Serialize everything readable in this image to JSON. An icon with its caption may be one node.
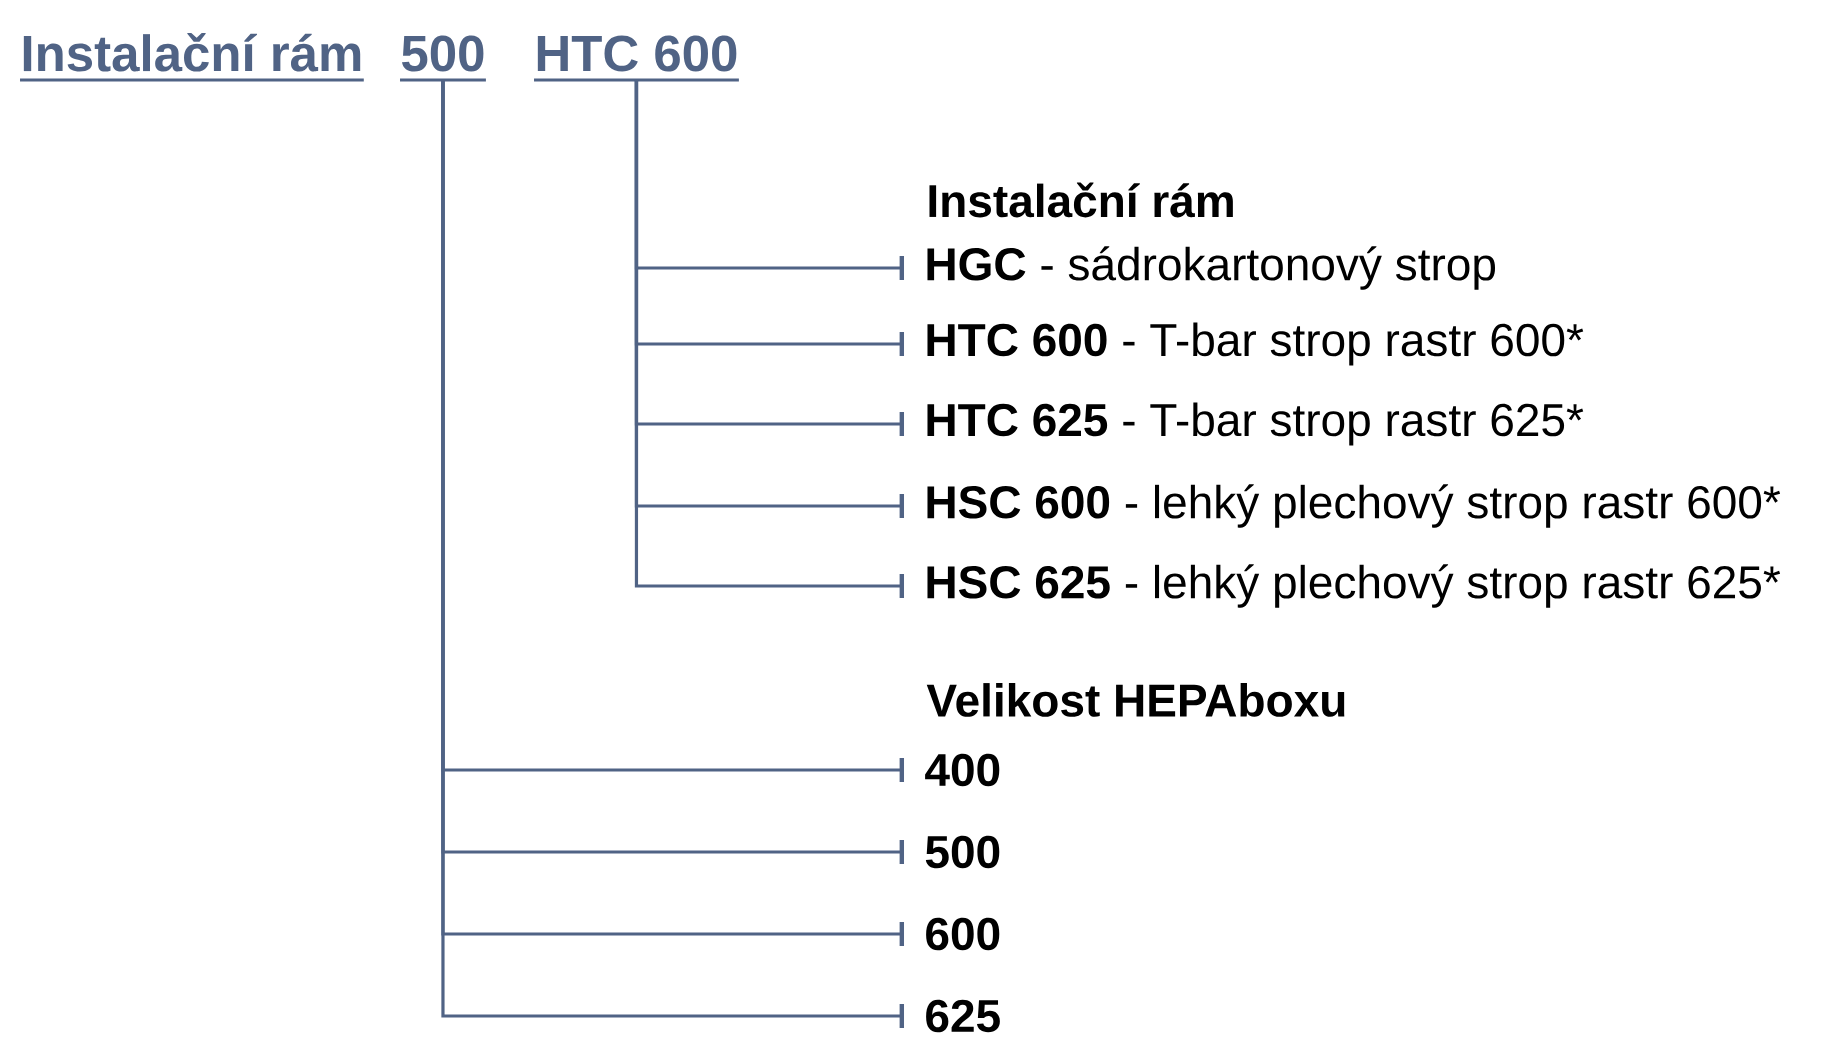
{
  "diagram": {
    "nodes": [
      {
        "text": [
          "Instalační rám"
        ]
      },
      {
        "text": [
          "500"
        ]
      },
      {
        "text": [
          "HTC 600"
        ]
      },
      {
        "text": [
          "**HGC** - sádrokartonový strop"
        ]
      },
      {
        "text": [
          "**HTC 600** - T-bar strop rastr 600*"
        ]
      },
      {
        "text": [
          "**HTC 625** - T-bar strop rastr 625*"
        ]
      },
      {
        "text": [
          "**HSC 600** - lehký plechový strop rastr 600*"
        ]
      },
      {
        "text": [
          "**HSC 625** - lehký plechový strop rastr 625*"
        ]
      },
      {
        "text": [
          "400"
        ]
      },
      {
        "text": [
          "500"
        ]
      },
      {
        "text": [
          "600"
        ]
      },
      {
        "text": [
          "625"
        ]
      }
    ],
    "edges": [
      {
        "from": 2,
        "to": 3,
        "arrow": "other"
      },
      {
        "from": 2,
        "to": 4,
        "arrow": "other"
      },
      {
        "from": 2,
        "to": 5,
        "arrow": "other"
      },
      {
        "from": 2,
        "to": 6,
        "arrow": "other"
      },
      {
        "from": 2,
        "to": 7,
        "arrow": "other"
      },
      {
        "from": 1,
        "to": 8,
        "arrow": "other"
      },
      {
        "from": 1,
        "to": 9,
        "arrow": "other"
      },
      {
        "from": 1,
        "to": 10,
        "arrow": "other"
      },
      {
        "from": 1,
        "to": 11,
        "arrow": "other"
      }
    ],
    "labels": [
      "Instalační rám",
      "Velikost HEPAboxu"
    ]
  }
}
